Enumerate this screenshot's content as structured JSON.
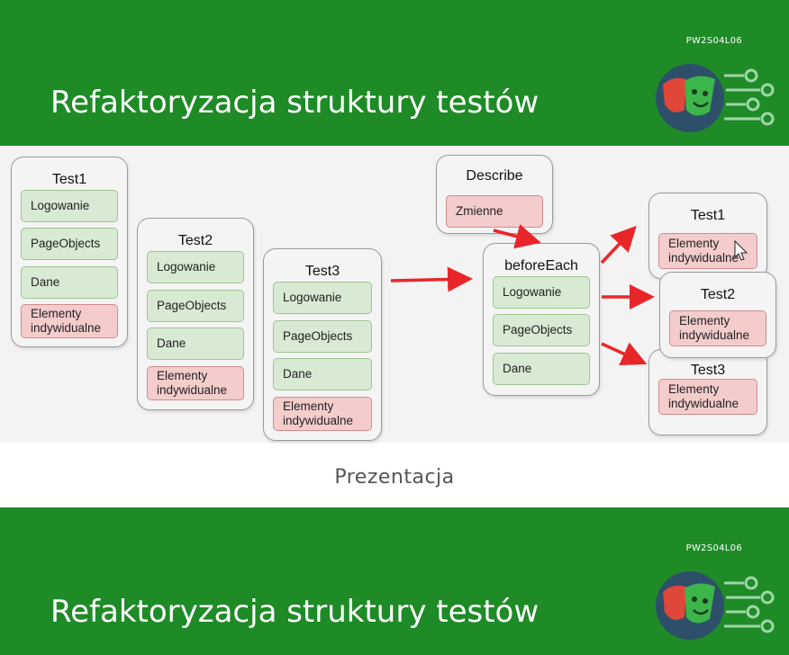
{
  "header": {
    "code": "PW2S04L06",
    "title": "Refaktoryzacja struktury testów"
  },
  "diagram": {
    "tests": [
      {
        "title": "Test1",
        "items": [
          "Logowanie",
          "PageObjects",
          "Dane",
          "Elementy indywidualne"
        ]
      },
      {
        "title": "Test2",
        "items": [
          "Logowanie",
          "PageObjects",
          "Dane",
          "Elementy indywidualne"
        ]
      },
      {
        "title": "Test3",
        "items": [
          "Logowanie",
          "PageObjects",
          "Dane",
          "Elementy indywidualne"
        ]
      }
    ],
    "describe": {
      "title": "Describe",
      "item": "Zmienne"
    },
    "before_each": {
      "title": "beforeEach",
      "items": [
        "Logowanie",
        "PageObjects",
        "Dane"
      ]
    },
    "results": [
      {
        "title": "Test1",
        "item": "Elementy indywidualne"
      },
      {
        "title": "Test2",
        "item": "Elementy indywidualne"
      },
      {
        "title": "Test3",
        "item": "Elementy indywidualne"
      }
    ],
    "colors": {
      "green": "#d8ead3",
      "red": "#f4cccc",
      "arrow": "#e8262a",
      "header": "#1e8b27"
    }
  },
  "caption": "Prezentacja",
  "header2": {
    "code": "PW2S04L06",
    "title": "Refaktoryzacja struktury testów"
  }
}
